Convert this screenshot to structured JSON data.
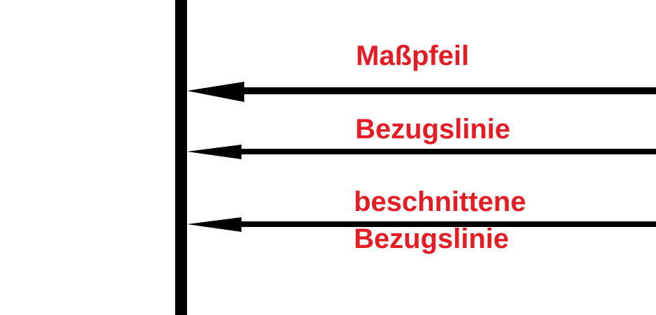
{
  "colors": {
    "line": "#000000",
    "label": "#e51c23",
    "background": "#ffffff"
  },
  "labels": {
    "dimension_arrow": "Maßpfeil",
    "reference_line": "Bezugslinie",
    "trimmed_reference_line_1": "beschnittene",
    "trimmed_reference_line_2": "Bezugslinie"
  },
  "arrows": [
    {
      "name": "dimension-arrow",
      "head": "large"
    },
    {
      "name": "reference-line-arrow",
      "head": "medium"
    },
    {
      "name": "trimmed-reference-line-arrow",
      "head": "small"
    }
  ]
}
